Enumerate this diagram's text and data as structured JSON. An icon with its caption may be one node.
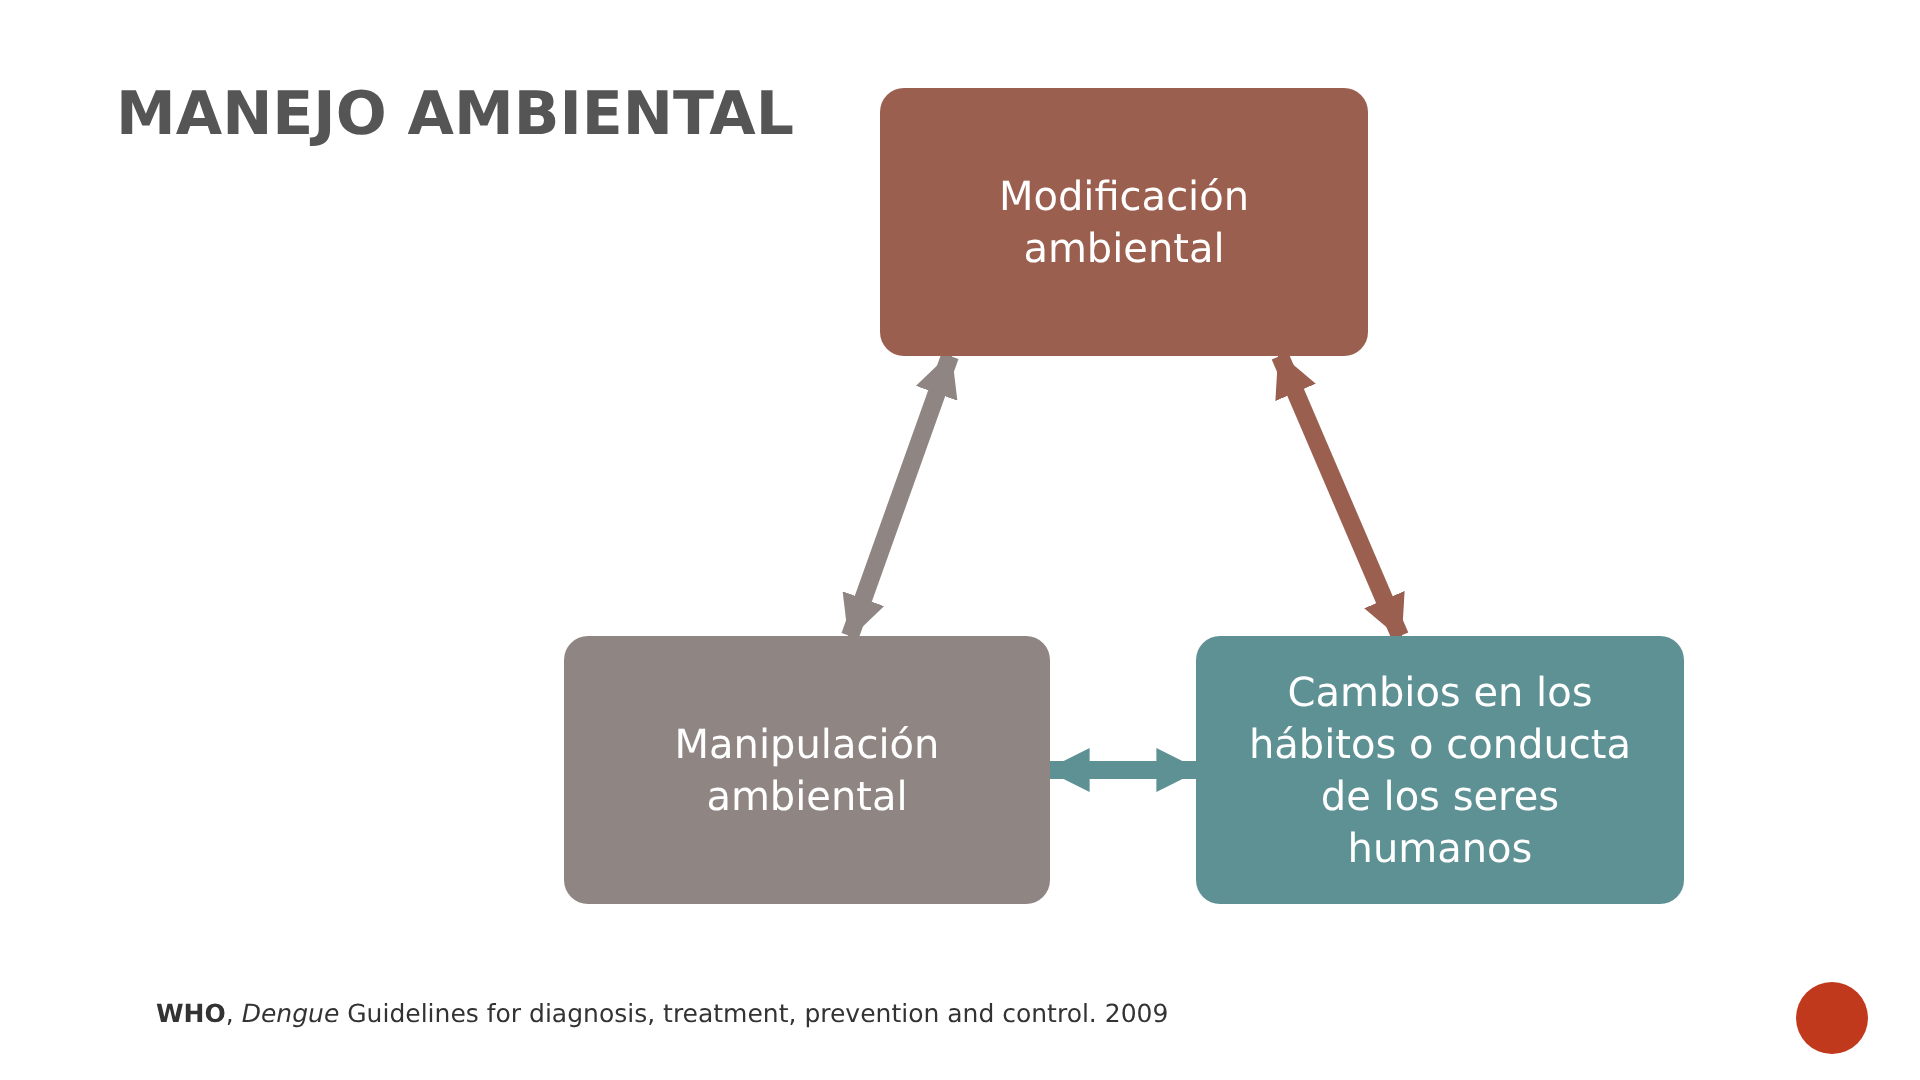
{
  "diagram": {
    "title": "MANEJO AMBIENTAL",
    "caption": "**WHO**, *Dengue* Guidelines for diagnosis, treatment, prevention and control. 2009",
    "nodes": [
      {
        "text": [
          "Modificación ambiental"
        ]
      },
      {
        "text": [
          "Manipulación ambiental"
        ]
      },
      {
        "text": [
          "Cambios en los hábitos o conducta de los seres humanos"
        ]
      }
    ],
    "edges": [
      {
        "from": 0,
        "to": 1,
        "arrow": "both",
        "color": "#8f8583"
      },
      {
        "from": 0,
        "to": 2,
        "arrow": "both",
        "color": "#9a5f4f"
      },
      {
        "from": 1,
        "to": 2,
        "arrow": "both",
        "color": "#5e9194"
      }
    ]
  }
}
